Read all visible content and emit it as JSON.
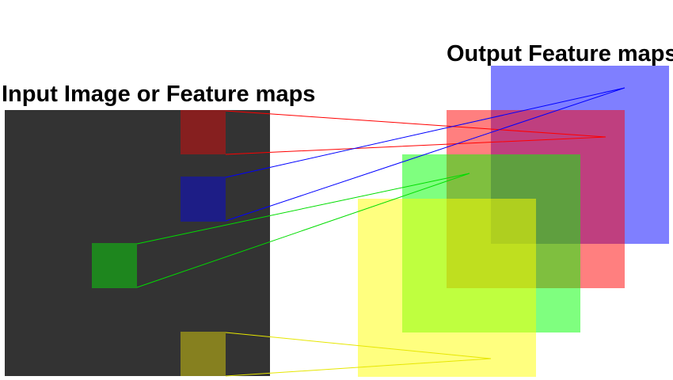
{
  "labels": {
    "input": "Input Image or Feature maps",
    "output": "Output Feature maps"
  },
  "colors": {
    "input_background": "#333333",
    "red_patch": "#861f1f",
    "blue_patch": "#1d1d86",
    "green_patch": "#1e861e",
    "yellow_patch": "#86801f",
    "red_line": "#ff0000",
    "blue_line": "#0000ff",
    "green_line": "#00dd00",
    "yellow_line": "#e6e600",
    "blue_map": "#0000ff",
    "red_map": "#ff0000",
    "green_map": "#00ff00",
    "yellow_map": "#ffff00",
    "map_opacity": "0.5"
  }
}
